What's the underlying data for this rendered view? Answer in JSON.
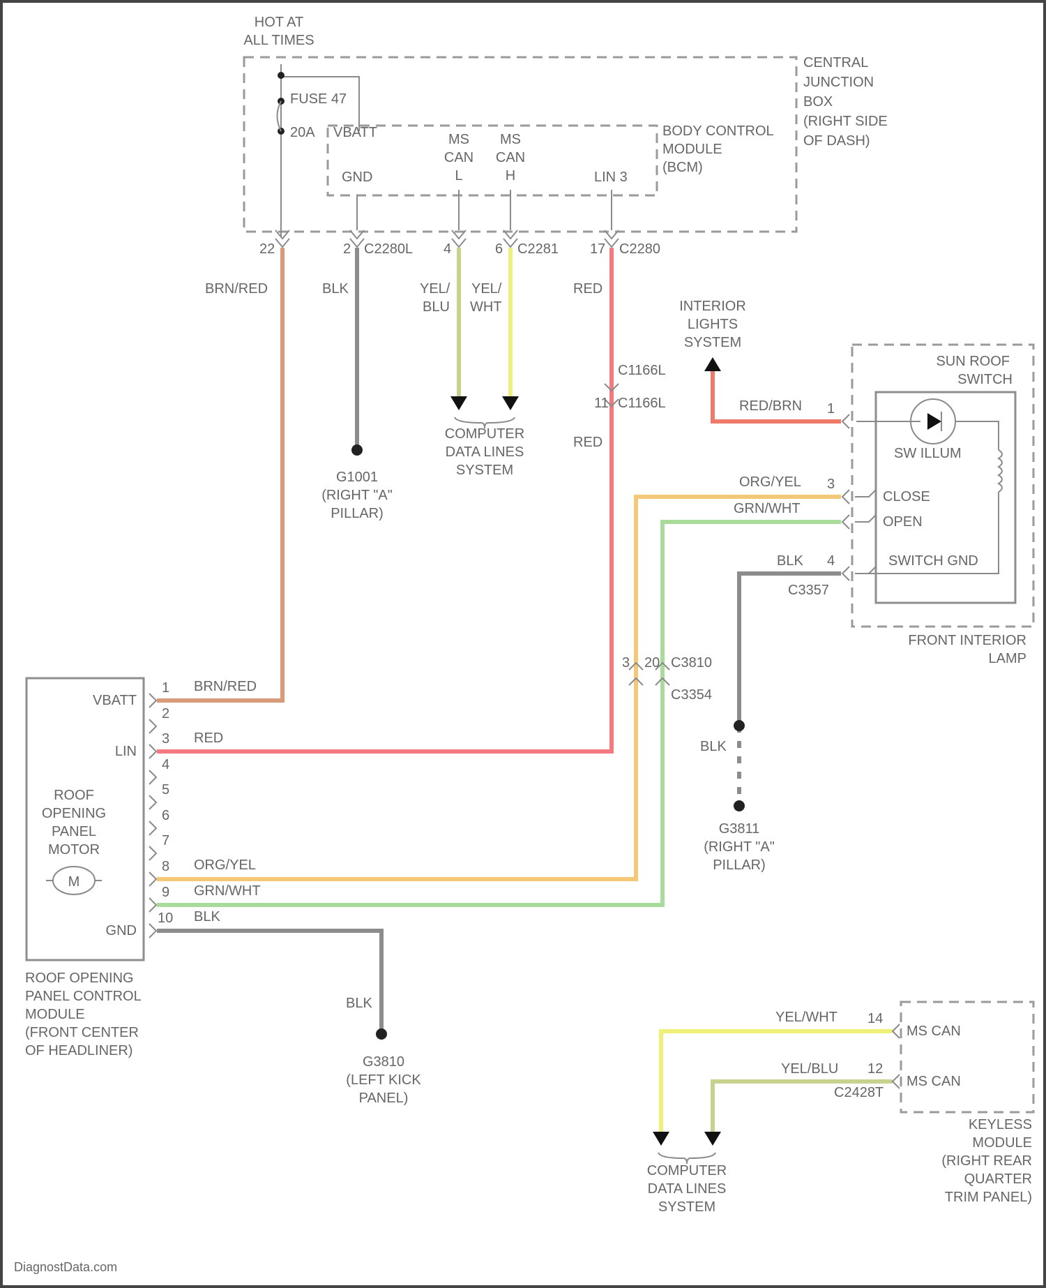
{
  "colors": {
    "brn_red": "#d99a7a",
    "blk": "#8c8c8c",
    "yel_blu": "#c8d28c",
    "yel_wht": "#eef07a",
    "red": "#f27a80",
    "red_brn": "#ef7a6a",
    "org_yel": "#f5c878",
    "grn_wht": "#a9dc9a",
    "box": "#9a9a9a"
  },
  "power": {
    "label_1": "HOT AT",
    "label_2": "ALL TIMES",
    "fuse_label": "FUSE 47",
    "fuse_amps": "20A"
  },
  "cjb": {
    "lines": [
      "CENTRAL",
      "JUNCTION",
      "BOX",
      "(RIGHT SIDE",
      "OF DASH)"
    ]
  },
  "bcm": {
    "lines": [
      "BODY CONTROL",
      "MODULE",
      "(BCM)"
    ],
    "vbatt": "VBATT",
    "gnd": "GND",
    "ms_can_l": [
      "MS",
      "CAN",
      "L"
    ],
    "ms_can_h": [
      "MS",
      "CAN",
      "H"
    ],
    "lin": "LIN 3"
  },
  "bcm_pins": {
    "p22": "22",
    "p2": "2",
    "c2280l": "C2280L",
    "p4": "4",
    "p6": "6",
    "c2281": "C2281",
    "p17": "17",
    "c2280": "C2280"
  },
  "wires": {
    "brn_red": "BRN/RED",
    "blk": "BLK",
    "yel_blu_1": "YEL/",
    "yel_blu_2": "BLU",
    "yel_wht_1": "YEL/",
    "yel_wht_2": "WHT",
    "red": "RED",
    "red_brn": "RED/BRN",
    "org_yel": "ORG/YEL",
    "grn_wht": "GRN/WHT",
    "yel_wht": "YEL/WHT",
    "yel_blu": "YEL/BLU"
  },
  "inline_connectors": {
    "c1166l": "C1166L",
    "p11": "11",
    "c1166l_b": "C1166L"
  },
  "ground_g1001": {
    "lines": [
      "G1001",
      "(RIGHT \"A\"",
      "PILLAR)"
    ]
  },
  "cdl_top": {
    "lines": [
      "COMPUTER",
      "DATA LINES",
      "SYSTEM"
    ]
  },
  "interior_lights": {
    "lines": [
      "INTERIOR",
      "LIGHTS",
      "SYSTEM"
    ]
  },
  "sun_roof_switch": {
    "title_1": "SUN ROOF",
    "title_2": "SWITCH",
    "sw_illum": "SW ILLUM",
    "close": "CLOSE",
    "open": "OPEN",
    "switch_gnd": "SWITCH GND",
    "pin_1": "1",
    "pin_3": "3",
    "pin_4": "4",
    "connector": "C3357"
  },
  "front_interior_lamp": {
    "lines": [
      "FRONT INTERIOR",
      "LAMP"
    ]
  },
  "inline_c3810": {
    "p3": "3",
    "p20": "20",
    "c3810": "C3810",
    "c3354": "C3354"
  },
  "ground_g3811": {
    "lines": [
      "G3811",
      "(RIGHT \"A\"",
      "PILLAR)"
    ]
  },
  "roof_module": {
    "vbatt": "VBATT",
    "lin": "LIN",
    "gnd": "GND",
    "motor_lines": [
      "ROOF",
      "OPENING",
      "PANEL",
      "MOTOR"
    ],
    "motor_symbol": "M",
    "pins": [
      "1",
      "2",
      "3",
      "4",
      "5",
      "6",
      "7",
      "8",
      "9",
      "10"
    ],
    "caption": [
      "ROOF OPENING",
      "PANEL CONTROL",
      "MODULE",
      "(FRONT CENTER",
      "OF HEADLINER)"
    ]
  },
  "ground_g3810": {
    "lines": [
      "G3810",
      "(LEFT KICK",
      "PANEL)"
    ]
  },
  "keyless": {
    "ms_can_h": "MS CAN",
    "ms_can_l": "MS CAN",
    "pin_14": "14",
    "pin_12": "12",
    "connector": "C2428T",
    "lines": [
      "KEYLESS",
      "MODULE",
      "(RIGHT REAR",
      "QUARTER",
      "TRIM PANEL)"
    ]
  },
  "cdl_bottom": {
    "lines": [
      "COMPUTER",
      "DATA LINES",
      "SYSTEM"
    ]
  },
  "watermark": "DiagnostData.com"
}
